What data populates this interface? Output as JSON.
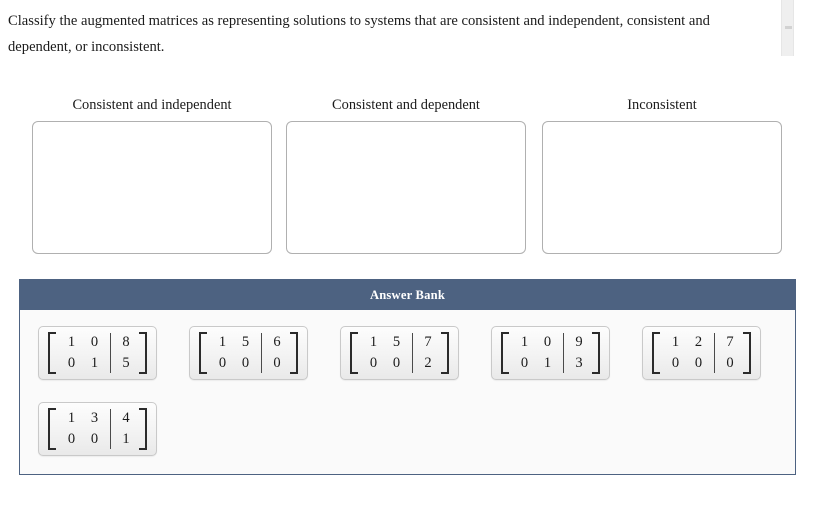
{
  "prompt": {
    "text": "Classify the augmented matrices as representing solutions to systems that are consistent and independent, consistent and dependent, or inconsistent."
  },
  "zones": [
    {
      "label": "Consistent and independent",
      "items": []
    },
    {
      "label": "Consistent and dependent",
      "items": []
    },
    {
      "label": "Inconsistent",
      "items": []
    }
  ],
  "answer_bank": {
    "title": "Answer Bank",
    "header_color": "#4d6281",
    "tiles": [
      {
        "rows": [
          [
            "1",
            "0",
            "8"
          ],
          [
            "0",
            "1",
            "5"
          ]
        ]
      },
      {
        "rows": [
          [
            "1",
            "5",
            "6"
          ],
          [
            "0",
            "0",
            "0"
          ]
        ]
      },
      {
        "rows": [
          [
            "1",
            "5",
            "7"
          ],
          [
            "0",
            "0",
            "2"
          ]
        ]
      },
      {
        "rows": [
          [
            "1",
            "0",
            "9"
          ],
          [
            "0",
            "1",
            "3"
          ]
        ]
      },
      {
        "rows": [
          [
            "1",
            "2",
            "7"
          ],
          [
            "0",
            "0",
            "0"
          ]
        ]
      },
      {
        "rows": [
          [
            "1",
            "3",
            "4"
          ],
          [
            "0",
            "0",
            "1"
          ]
        ]
      }
    ]
  },
  "scrollbar": {
    "name": "vertical-scrollbar"
  }
}
